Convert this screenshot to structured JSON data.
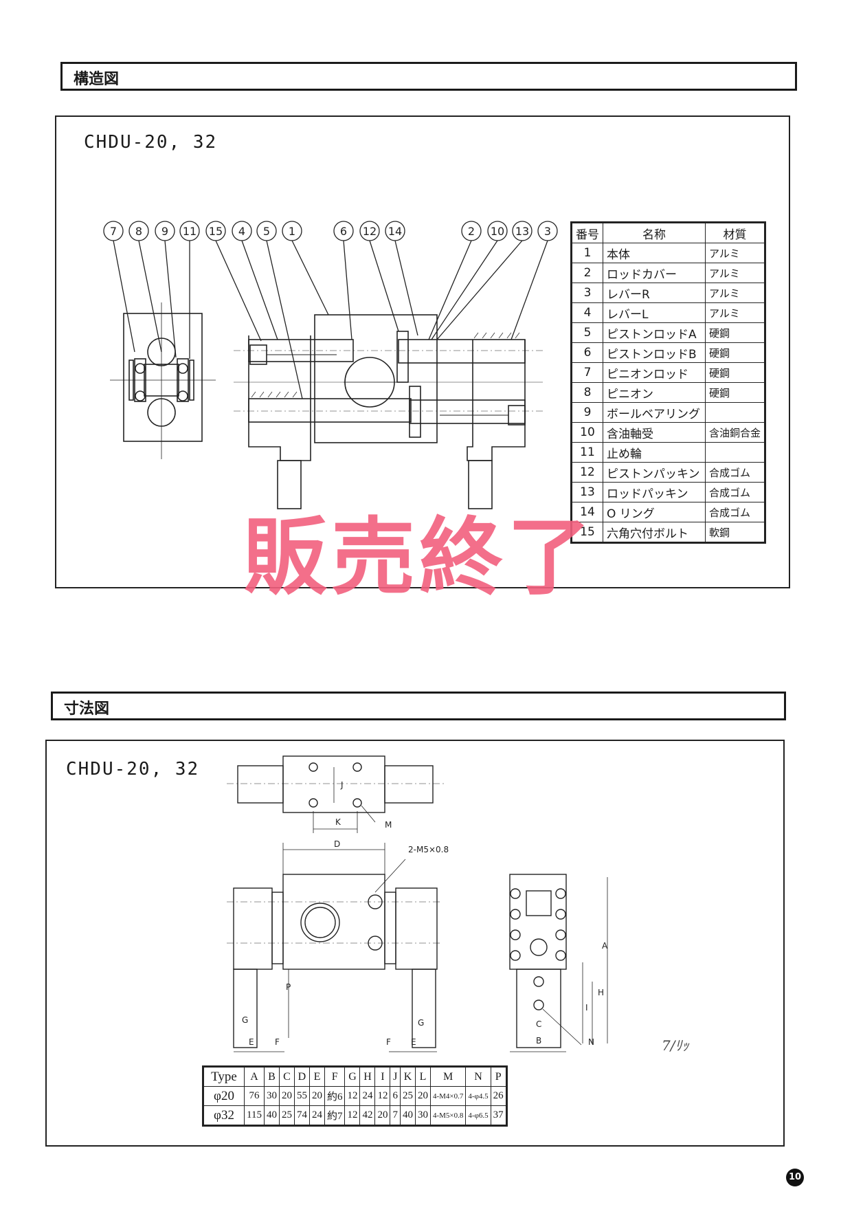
{
  "sections": {
    "structure": {
      "title": "構造図",
      "model": "CHDU-20, 32"
    },
    "dimensions": {
      "title": "寸法図",
      "model": "CHDU-20, 32"
    }
  },
  "callouts": [
    "7",
    "8",
    "9",
    "11",
    "15",
    "4",
    "5",
    "1",
    "6",
    "12",
    "14",
    "2",
    "10",
    "13",
    "3"
  ],
  "parts_table": {
    "headers": [
      "番号",
      "名称",
      "材質"
    ],
    "rows": [
      {
        "no": "1",
        "name": "本体",
        "material": "アルミ"
      },
      {
        "no": "2",
        "name": "ロッドカバー",
        "material": "アルミ"
      },
      {
        "no": "3",
        "name": "レバーR",
        "material": "アルミ"
      },
      {
        "no": "4",
        "name": "レバーL",
        "material": "アルミ"
      },
      {
        "no": "5",
        "name": "ピストンロッドA",
        "material": "硬鋼"
      },
      {
        "no": "6",
        "name": "ピストンロッドB",
        "material": "硬鋼"
      },
      {
        "no": "7",
        "name": "ピニオンロッド",
        "material": "硬鋼"
      },
      {
        "no": "8",
        "name": "ピニオン",
        "material": "硬鋼"
      },
      {
        "no": "9",
        "name": "ボールベアリング",
        "material": ""
      },
      {
        "no": "10",
        "name": "含油軸受",
        "material": "含油銅合金"
      },
      {
        "no": "11",
        "name": "止め輪",
        "material": ""
      },
      {
        "no": "12",
        "name": "ピストンパッキン",
        "material": "合成ゴム"
      },
      {
        "no": "13",
        "name": "ロッドパッキン",
        "material": "合成ゴム"
      },
      {
        "no": "14",
        "name": "O リング",
        "material": "合成ゴム"
      },
      {
        "no": "15",
        "name": "六角穴付ボルト",
        "material": "軟鋼"
      }
    ]
  },
  "stamp": "販売終了",
  "dim_labels": {
    "K": "K",
    "M": "M",
    "J": "J",
    "D": "D",
    "tap": "2-M5×0.8",
    "A": "A",
    "H": "H",
    "I": "I",
    "C": "C",
    "B": "B",
    "N": "N",
    "G": "G",
    "E": "E",
    "F": "F",
    "P": "P"
  },
  "dims_table": {
    "headers": [
      "Type",
      "A",
      "B",
      "C",
      "D",
      "E",
      "F",
      "G",
      "H",
      "I",
      "J",
      "K",
      "L",
      "M",
      "N",
      "P"
    ],
    "rows": [
      [
        "φ20",
        "76",
        "30",
        "20",
        "55",
        "20",
        "約6",
        "12",
        "24",
        "12",
        "6",
        "25",
        "20",
        "4-M4×0.7",
        "4-φ4.5",
        "26"
      ],
      [
        "φ32",
        "115",
        "40",
        "25",
        "74",
        "24",
        "約7",
        "12",
        "42",
        "20",
        "7",
        "40",
        "30",
        "4-M5×0.8",
        "4-φ6.5",
        "37"
      ]
    ]
  },
  "handwritten_note": "7/ﾘｯ",
  "page_number": "10"
}
